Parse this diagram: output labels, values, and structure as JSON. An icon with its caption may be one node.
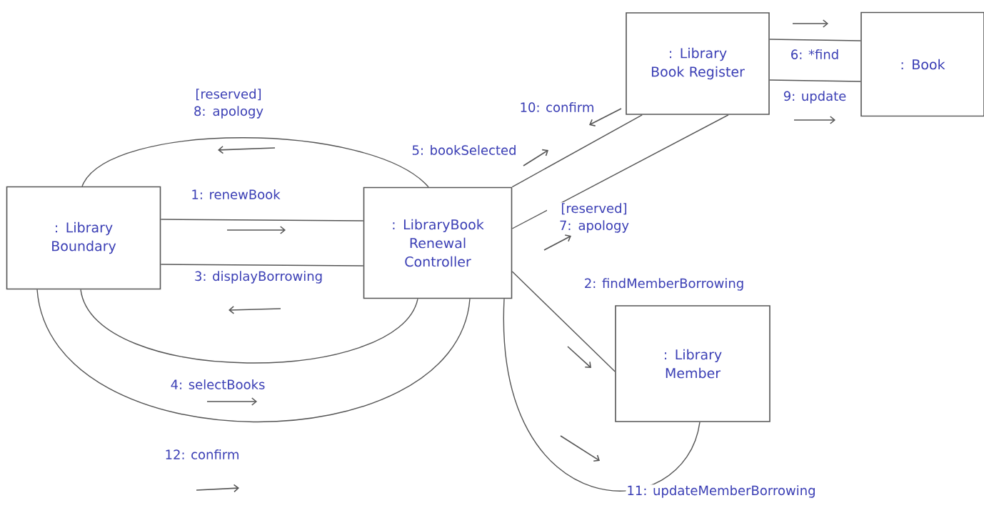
{
  "diagram": {
    "nodes": [
      {
        "text": [
          ": Library Boundary"
        ]
      },
      {
        "text": [
          ": LibraryBook Renewal Controller"
        ]
      },
      {
        "text": [
          ": Library Book Register"
        ]
      },
      {
        "text": [
          ": Book"
        ]
      },
      {
        "text": [
          ": Library Member"
        ]
      }
    ],
    "edges": [
      {
        "from": 0,
        "to": 1,
        "arrow": "none",
        "label": "1: renewBook"
      },
      {
        "from": 0,
        "to": 1,
        "arrow": "none",
        "label": "3: displayBorrowing"
      },
      {
        "from": 0,
        "to": 1,
        "arrow": "none",
        "label": "[reserved] 8: apology"
      },
      {
        "from": 0,
        "to": 1,
        "arrow": "none",
        "label": "4: selectBooks"
      },
      {
        "from": 0,
        "to": 1,
        "arrow": "none",
        "label": "12: confirm"
      },
      {
        "from": 1,
        "to": 2,
        "arrow": "none",
        "label": "5: bookSelected"
      },
      {
        "from": 1,
        "to": 2,
        "arrow": "none",
        "label": "[reserved] 7: apology"
      },
      {
        "from": 2,
        "to": 3,
        "arrow": "none",
        "label": "6: *find"
      },
      {
        "from": 2,
        "to": 3,
        "arrow": "none",
        "label": "9: update"
      },
      {
        "from": 1,
        "to": 4,
        "arrow": "none",
        "label": "2: findMemberBorrowing"
      },
      {
        "from": 1,
        "to": 4,
        "arrow": "none",
        "label": "11: updateMemberBorrowing"
      }
    ],
    "labels": [
      "10: confirm"
    ]
  }
}
